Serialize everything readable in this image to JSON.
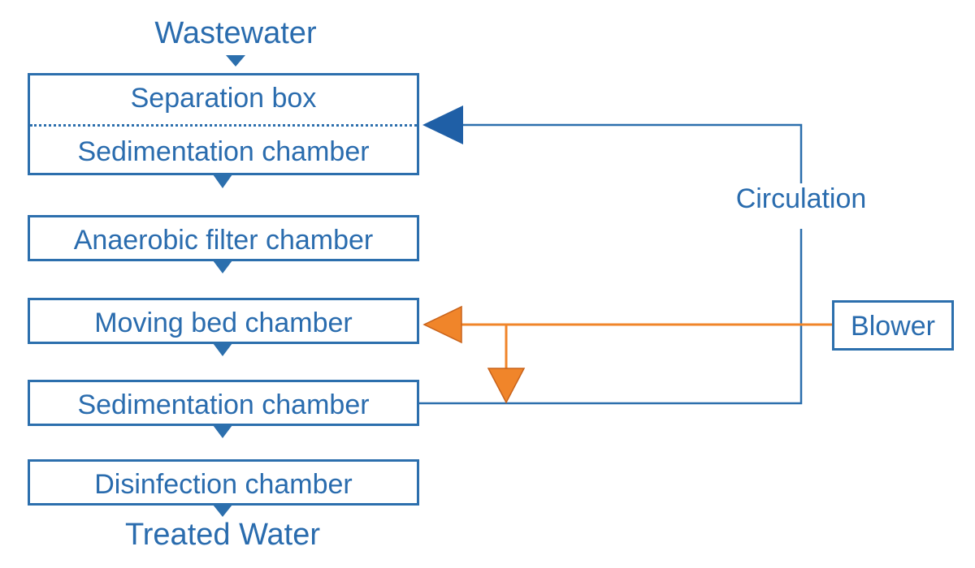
{
  "diagram": {
    "input_label": "Wastewater",
    "output_label": "Treated Water",
    "stages": {
      "separation_box": "Separation box",
      "sedimentation_1": "Sedimentation chamber",
      "anaerobic_filter": "Anaerobic filter chamber",
      "moving_bed": "Moving bed chamber",
      "sedimentation_2": "Sedimentation chamber",
      "disinfection": "Disinfection chamber"
    },
    "blower_label": "Blower",
    "circulation_label": "Circulation"
  },
  "colors": {
    "process_blue": "#2c6fad",
    "text_blue": "#2a6cae",
    "air_orange": "#f0852a"
  }
}
